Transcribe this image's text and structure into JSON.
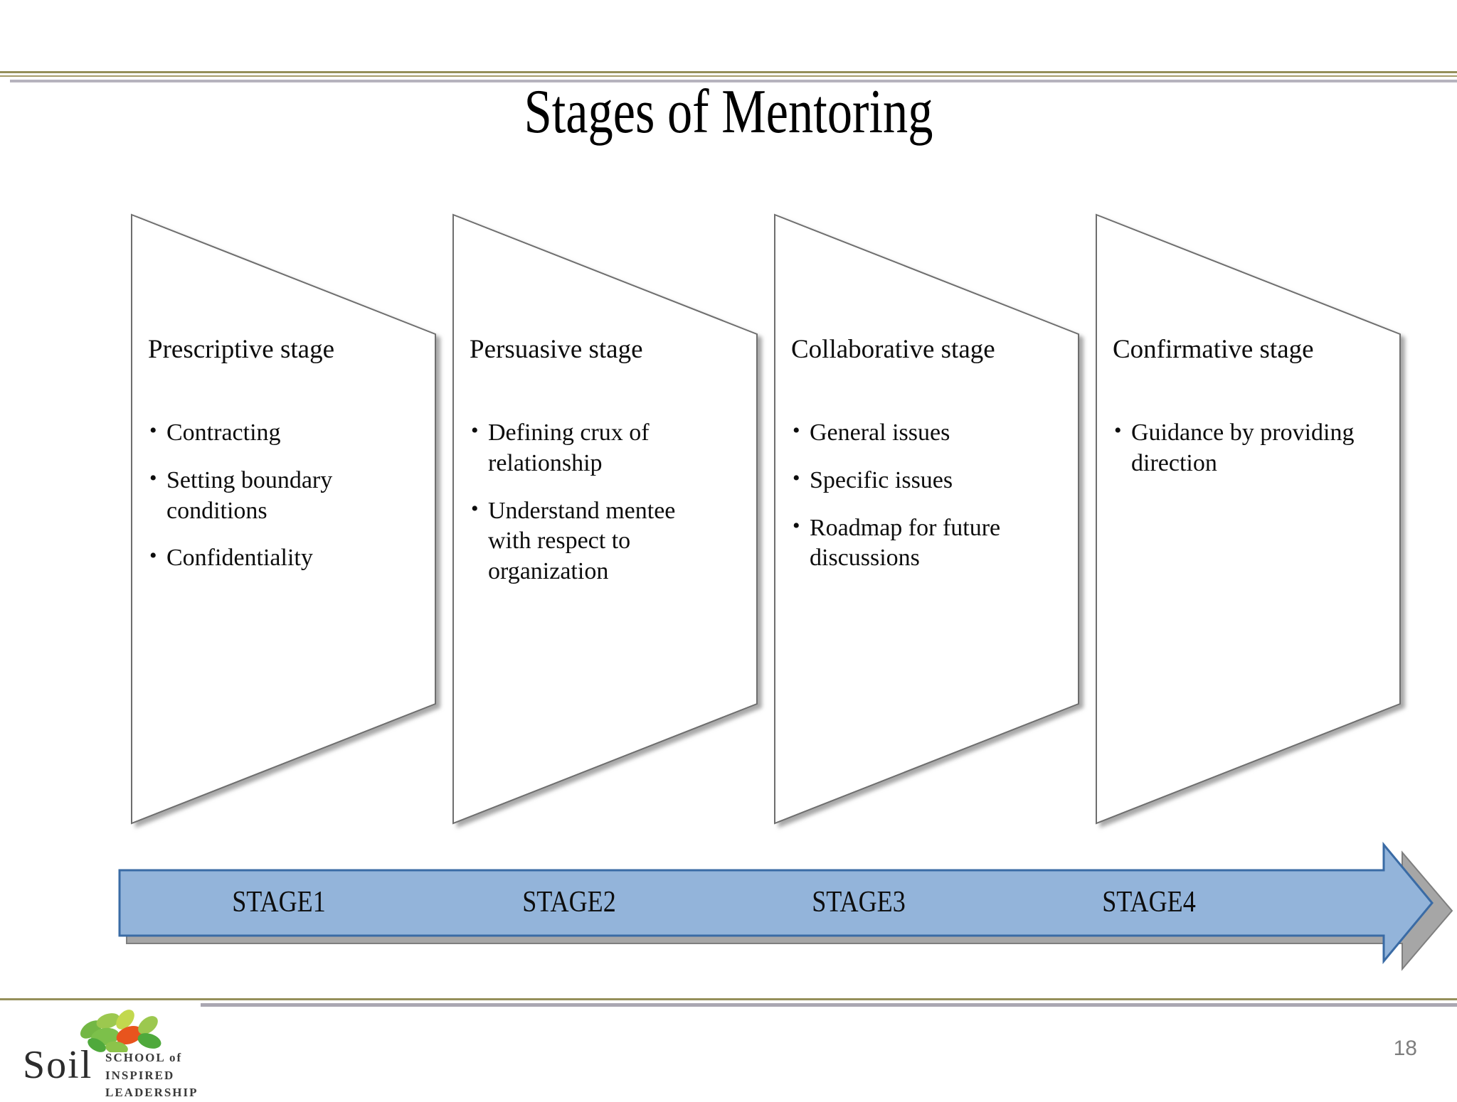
{
  "slide": {
    "title": "Stages of Mentoring",
    "page_number": "18",
    "accent_gold": "#958f5a",
    "accent_gray": "#b6b3bd",
    "arrow_fill": "#93b4da",
    "arrow_stroke": "#3a6ba5",
    "arrow_shadow": "#a6a6a6",
    "shape_stroke": "#6e6e6e"
  },
  "stages": [
    {
      "heading": "Prescriptive stage",
      "bullets": [
        "Contracting",
        "Setting boundary conditions",
        "Confidentiality"
      ],
      "arrow_label": "STAGE1"
    },
    {
      "heading": "Persuasive stage",
      "bullets": [
        "Defining crux of relationship",
        "Understand mentee with respect to organization"
      ],
      "arrow_label": "STAGE2"
    },
    {
      "heading": "Collaborative stage",
      "bullets": [
        "General issues",
        "Specific issues",
        "Roadmap for future discussions"
      ],
      "arrow_label": "STAGE3"
    },
    {
      "heading": "Confirmative stage",
      "bullets": [
        "Guidance by providing direction"
      ],
      "arrow_label": "STAGE4"
    }
  ],
  "logo": {
    "wordmark": "Soil",
    "line1": "SCHOOL of",
    "line2": "INSPIRED",
    "line3": "LEADERSHIP"
  },
  "bullet_glyph": "•"
}
